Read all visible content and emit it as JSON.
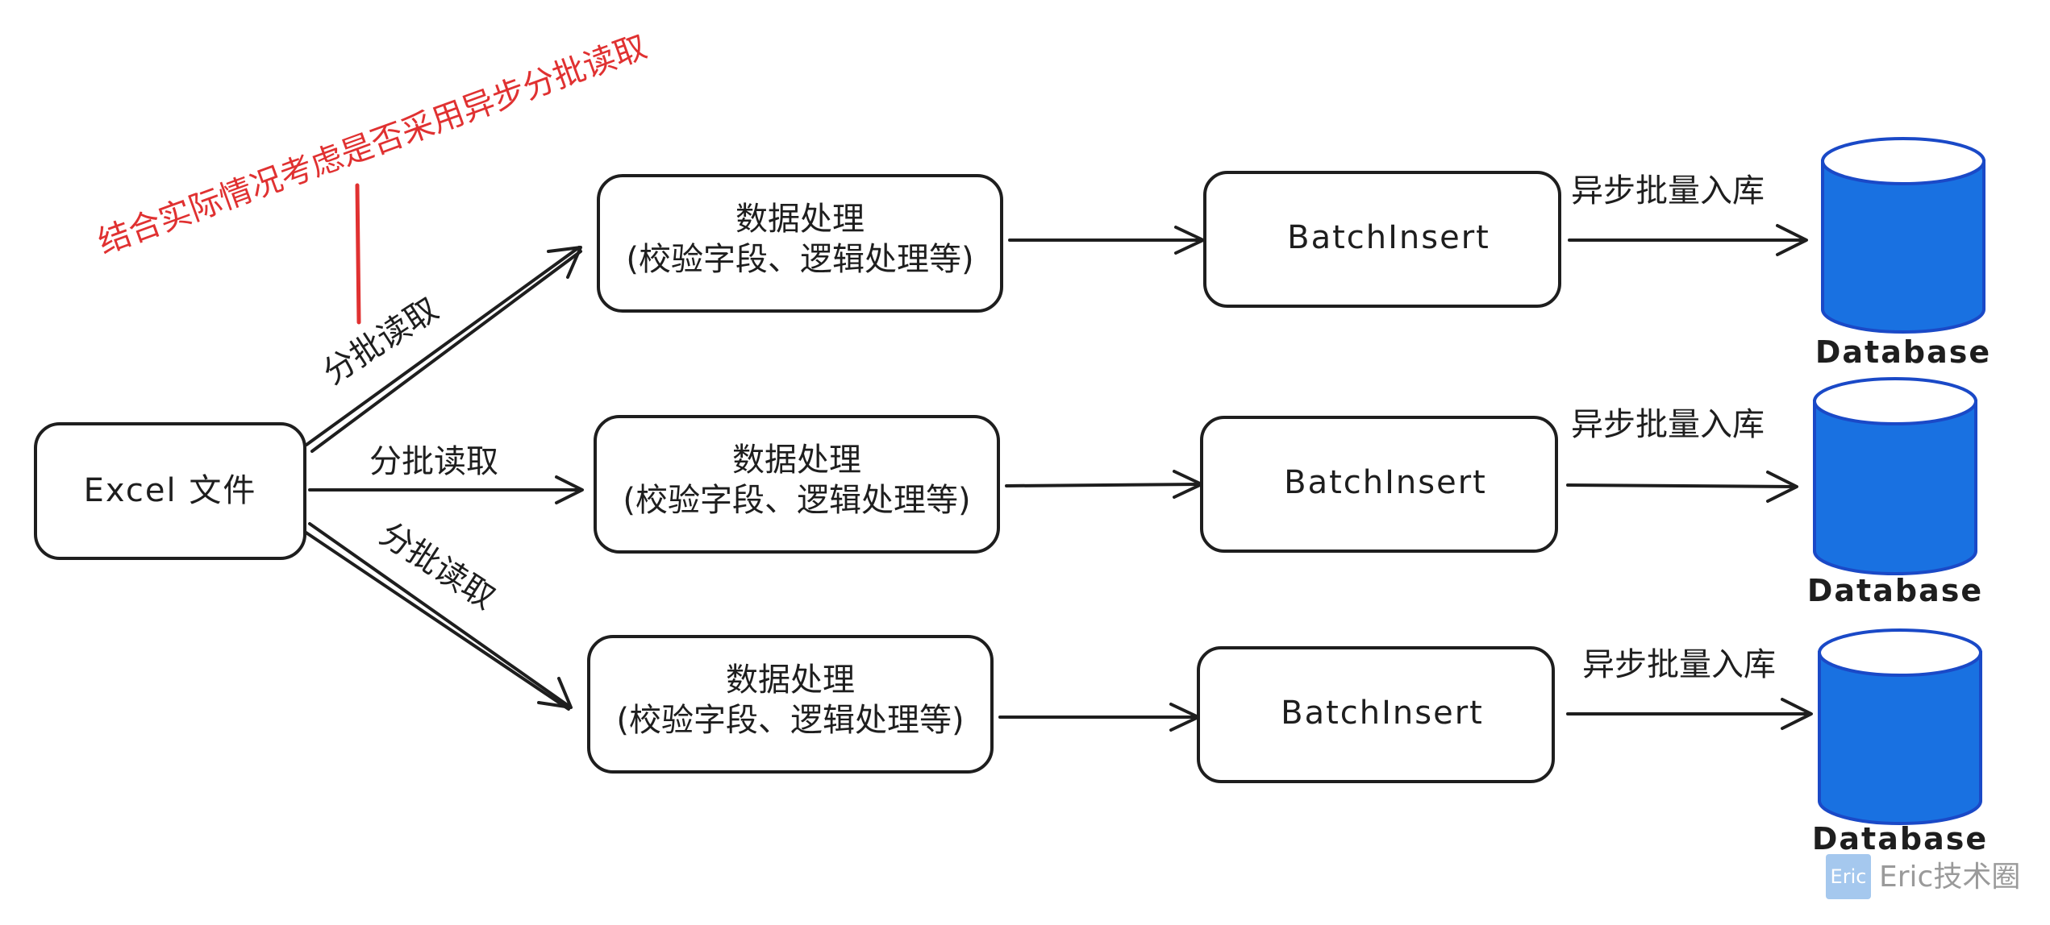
{
  "diagram": {
    "source": {
      "label": "Excel 文件"
    },
    "read_label": "分批读取",
    "process": {
      "line1": "数据处理",
      "line2": "(校验字段、逻辑处理等)"
    },
    "insert": {
      "label": "BatchInsert"
    },
    "async_label": "异步批量入库",
    "db_label": "Database",
    "note": "结合实际情况考虑是否采用异步分批读取",
    "colors": {
      "note": "#e03131",
      "db_fill": "#1971e1",
      "db_stroke": "#1a49c7",
      "stroke": "#1e1e1e"
    }
  },
  "watermark": {
    "badge": "Eric",
    "text": "Eric技术圈"
  }
}
